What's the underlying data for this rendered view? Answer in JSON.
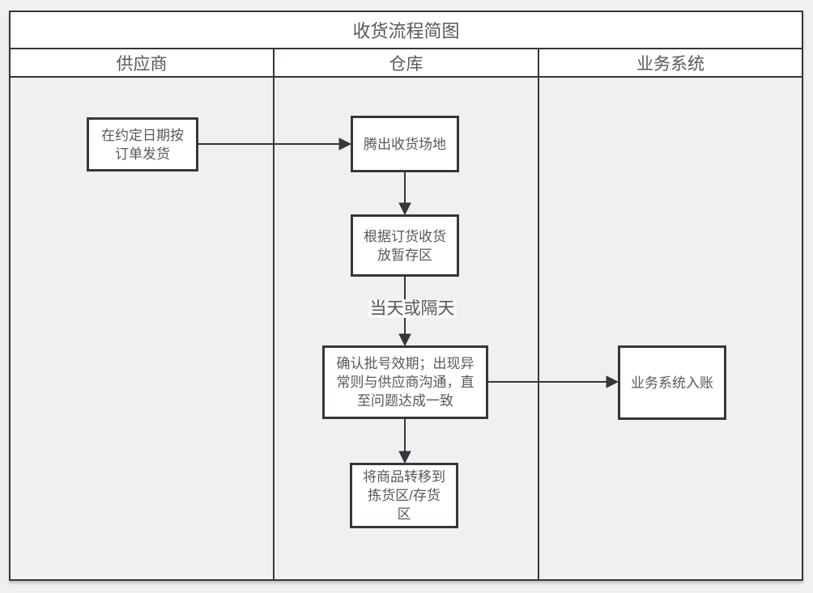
{
  "diagram": {
    "title": "收货流程简图",
    "lanes": [
      {
        "id": "supplier",
        "label": "供应商"
      },
      {
        "id": "warehouse",
        "label": "仓库"
      },
      {
        "id": "business-system",
        "label": "业务系统"
      }
    ],
    "nodes": [
      {
        "id": "ship-on-agreed-date",
        "lane": "supplier",
        "label": "在约定日期按\n订单发货"
      },
      {
        "id": "clear-receiving-area",
        "lane": "warehouse",
        "label": "腾出收货场地"
      },
      {
        "id": "receive-to-staging",
        "lane": "warehouse",
        "label": "根据订货收货\n放暂存区"
      },
      {
        "id": "confirm-batch-validity",
        "lane": "warehouse",
        "label": "确认批号效期；出现异\n常则与供应商沟通，直\n至问题达成一致"
      },
      {
        "id": "move-to-picking-storage",
        "lane": "warehouse",
        "label": "将商品转移到\n拣货区/存货\n区"
      },
      {
        "id": "business-system-booking",
        "lane": "business-system",
        "label": "业务系统入账"
      }
    ],
    "edges": [
      {
        "from": "ship-on-agreed-date",
        "to": "clear-receiving-area",
        "label": ""
      },
      {
        "from": "clear-receiving-area",
        "to": "receive-to-staging",
        "label": ""
      },
      {
        "from": "receive-to-staging",
        "to": "confirm-batch-validity",
        "label": "当天或隔天"
      },
      {
        "from": "confirm-batch-validity",
        "to": "move-to-picking-storage",
        "label": ""
      },
      {
        "from": "confirm-batch-validity",
        "to": "business-system-booking",
        "label": ""
      }
    ],
    "colors": {
      "stroke": "#32383e",
      "node_fill": "#ffffff",
      "lane_fill": "#f0f0f0",
      "header_fill": "#ffffff",
      "text": "#595959",
      "canvas": "#f0f0f0"
    }
  }
}
